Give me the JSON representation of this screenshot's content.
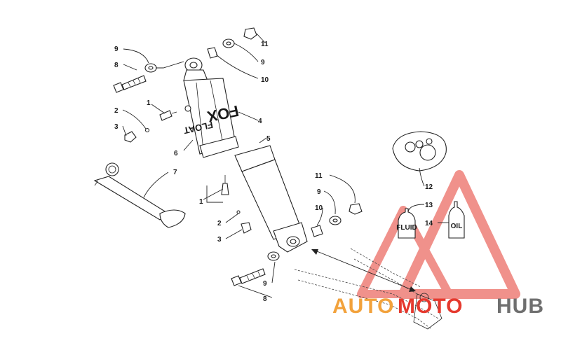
{
  "brand": {
    "text": "FOX",
    "model": "FLOAT"
  },
  "bottles": {
    "fluid": "FLUID",
    "oil": "OIL"
  },
  "watermark": {
    "part1": "AUTO",
    "part2": "MOTO",
    "part3": "HUB",
    "color_orange": "#f2a23c",
    "color_red": "#e5392e",
    "color_gray": "#6f6f6f"
  },
  "callouts": [
    {
      "id": "c11a",
      "num": "11"
    },
    {
      "id": "c9a",
      "num": "9"
    },
    {
      "id": "c10a",
      "num": "10"
    },
    {
      "id": "c9b",
      "num": "9"
    },
    {
      "id": "c8a",
      "num": "8"
    },
    {
      "id": "c1a",
      "num": "1"
    },
    {
      "id": "c2a",
      "num": "2"
    },
    {
      "id": "c3a",
      "num": "3"
    },
    {
      "id": "c4",
      "num": "4"
    },
    {
      "id": "c5",
      "num": "5"
    },
    {
      "id": "c6",
      "num": "6"
    },
    {
      "id": "c7",
      "num": "7"
    },
    {
      "id": "c1b",
      "num": "1"
    },
    {
      "id": "c2b",
      "num": "2"
    },
    {
      "id": "c3b",
      "num": "3"
    },
    {
      "id": "c11b",
      "num": "11"
    },
    {
      "id": "c9c",
      "num": "9"
    },
    {
      "id": "c10b",
      "num": "10"
    },
    {
      "id": "c9d",
      "num": "9"
    },
    {
      "id": "c8b",
      "num": "8"
    },
    {
      "id": "c12",
      "num": "12"
    },
    {
      "id": "c13",
      "num": "13"
    },
    {
      "id": "c14",
      "num": "14"
    }
  ]
}
